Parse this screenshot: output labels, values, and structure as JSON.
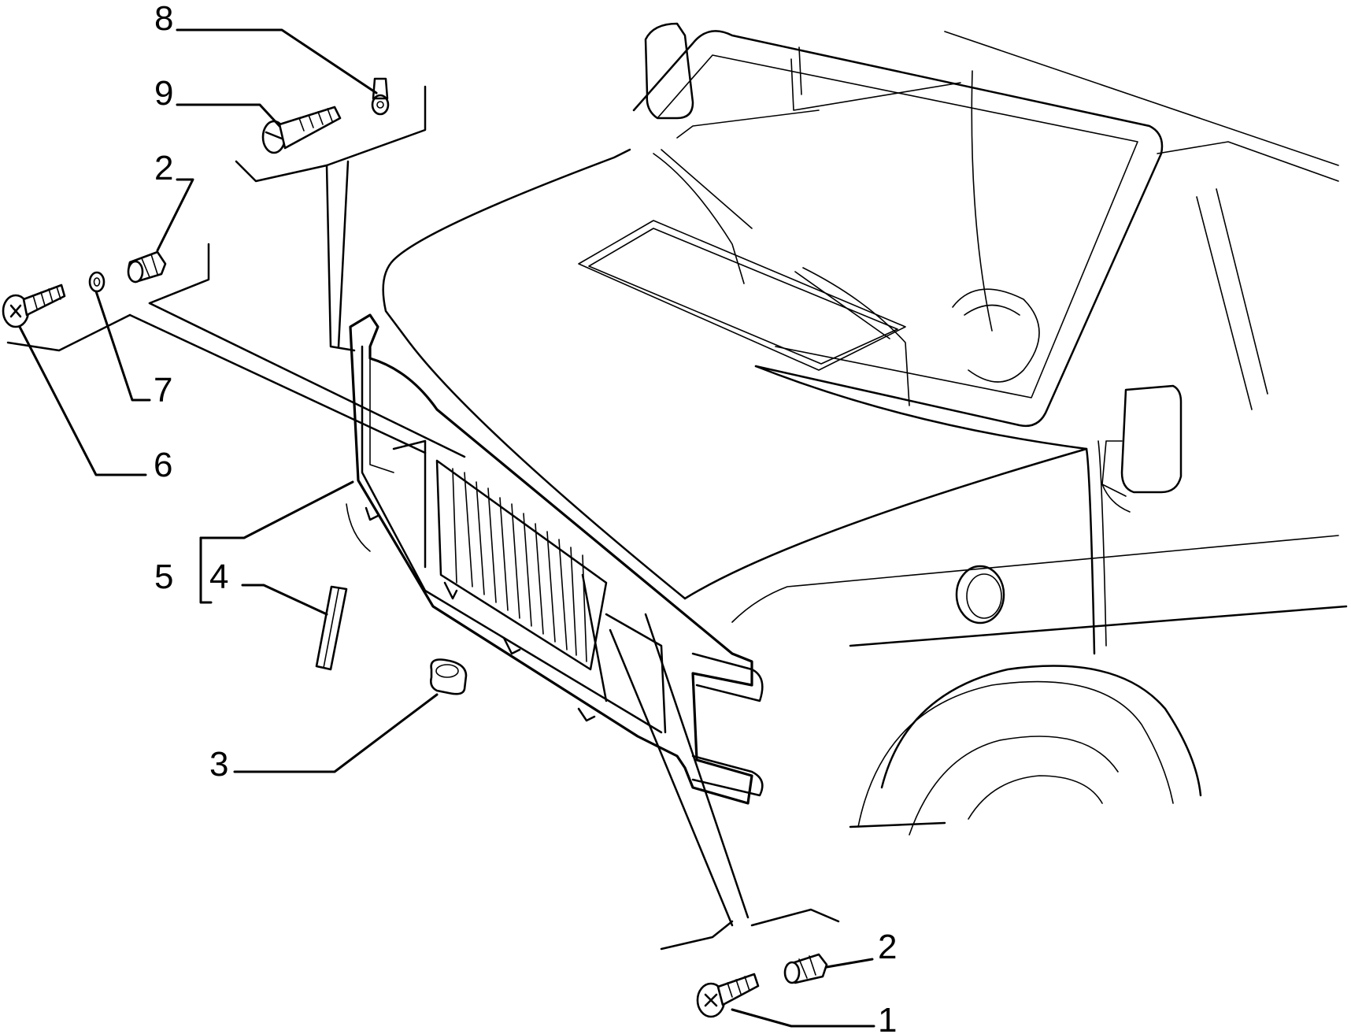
{
  "callouts": [
    {
      "id": "c8",
      "label": "8"
    },
    {
      "id": "c9",
      "label": "9"
    },
    {
      "id": "c2a",
      "label": "2"
    },
    {
      "id": "c7",
      "label": "7"
    },
    {
      "id": "c6",
      "label": "6"
    },
    {
      "id": "c5",
      "label": "5"
    },
    {
      "id": "c4",
      "label": "4"
    },
    {
      "id": "c3",
      "label": "3"
    },
    {
      "id": "c2b",
      "label": "2"
    },
    {
      "id": "c1",
      "label": "1"
    }
  ],
  "colors": {
    "ink": "#000000",
    "paper": "#ffffff"
  }
}
